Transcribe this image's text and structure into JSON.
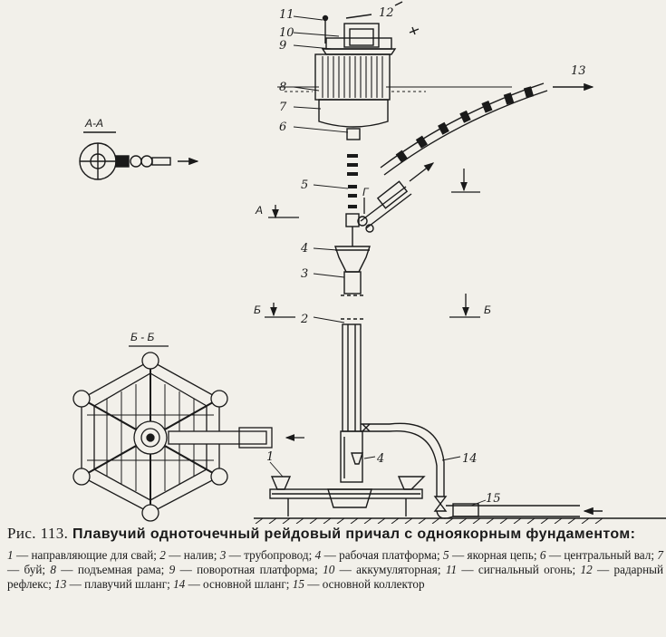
{
  "figure": {
    "callouts": [
      "11",
      "12",
      "10",
      "9",
      "8",
      "7",
      "6",
      "5",
      "4",
      "3",
      "2",
      "4",
      "13",
      "14",
      "15",
      "1"
    ],
    "sections": {
      "aa": "А-А",
      "bb": "Б - Б",
      "a_mark": "А",
      "b_mark_left": "Б",
      "b_mark_right": "Б",
      "g_mark": "Г"
    }
  },
  "caption": {
    "prefix": "Рис. 113.",
    "title": "Плавучий одноточечный рейдовый причал с одноякорным фундаментом:"
  },
  "legend": [
    {
      "num": "1",
      "text": "направляющие для свай"
    },
    {
      "num": "2",
      "text": "налив"
    },
    {
      "num": "3",
      "text": "трубопровод"
    },
    {
      "num": "4",
      "text": "рабочая платформа"
    },
    {
      "num": "5",
      "text": "якорная цепь"
    },
    {
      "num": "6",
      "text": "центральный вал"
    },
    {
      "num": "7",
      "text": "буй"
    },
    {
      "num": "8",
      "text": "подъемная рама"
    },
    {
      "num": "9",
      "text": "поворотная платформа"
    },
    {
      "num": "10",
      "text": "аккумуляторная"
    },
    {
      "num": "11",
      "text": "сигнальный огонь"
    },
    {
      "num": "12",
      "text": "радарный рефлекс"
    },
    {
      "num": "13",
      "text": "плавучий шланг"
    },
    {
      "num": "14",
      "text": "основной шланг"
    },
    {
      "num": "15",
      "text": "основной коллектор"
    }
  ],
  "colors": {
    "ink": "#1a1a1a",
    "paper": "#f2f0ea"
  }
}
